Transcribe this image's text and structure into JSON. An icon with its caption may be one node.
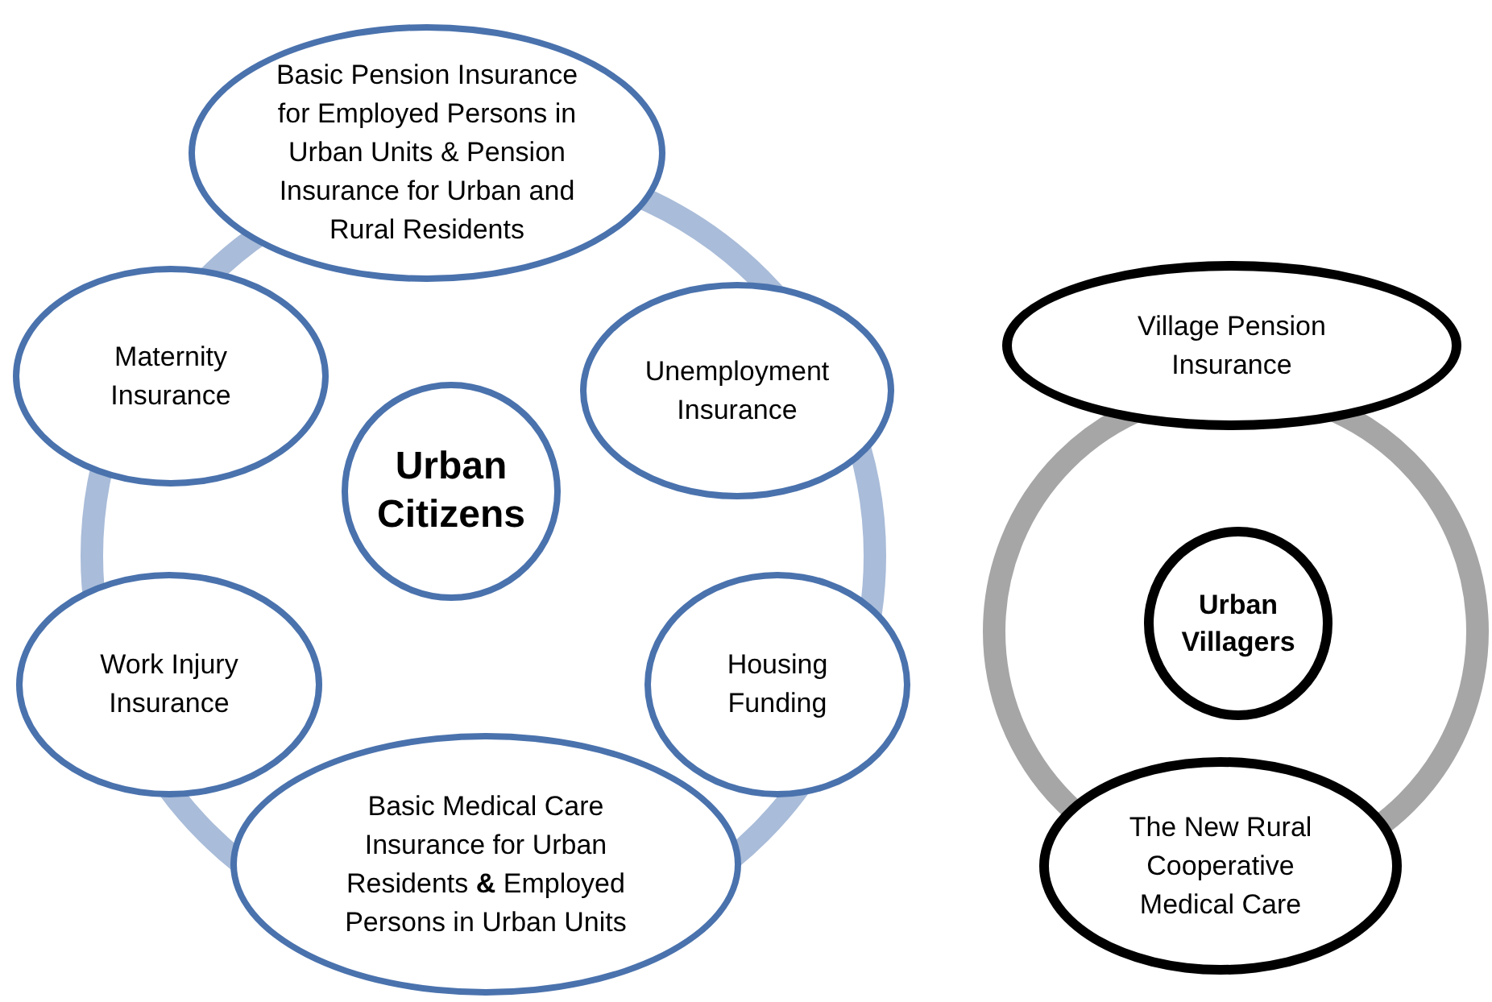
{
  "diagram": {
    "nodes": [
      {
        "text": [
          "Basic Pension Insurance for Employed Persons in Urban Units & Pension Insurance for Urban and Rural Residents"
        ]
      },
      {
        "text": [
          "Maternity Insurance"
        ]
      },
      {
        "text": [
          "Urban Citizens"
        ]
      },
      {
        "text": [
          "Unemployment Insurance"
        ]
      },
      {
        "text": [
          "Work Injury Insurance"
        ]
      },
      {
        "text": [
          "Housing Funding"
        ]
      },
      {
        "text": [
          "Basic Medical Care Insurance for Urban Residents **&** Employed Persons in Urban Units"
        ]
      },
      {
        "text": [
          "Village Pension Insurance"
        ]
      },
      {
        "text": [
          "Urban Villagers"
        ]
      },
      {
        "text": [
          "The New Rural Cooperative Medical Care"
        ]
      }
    ]
  }
}
